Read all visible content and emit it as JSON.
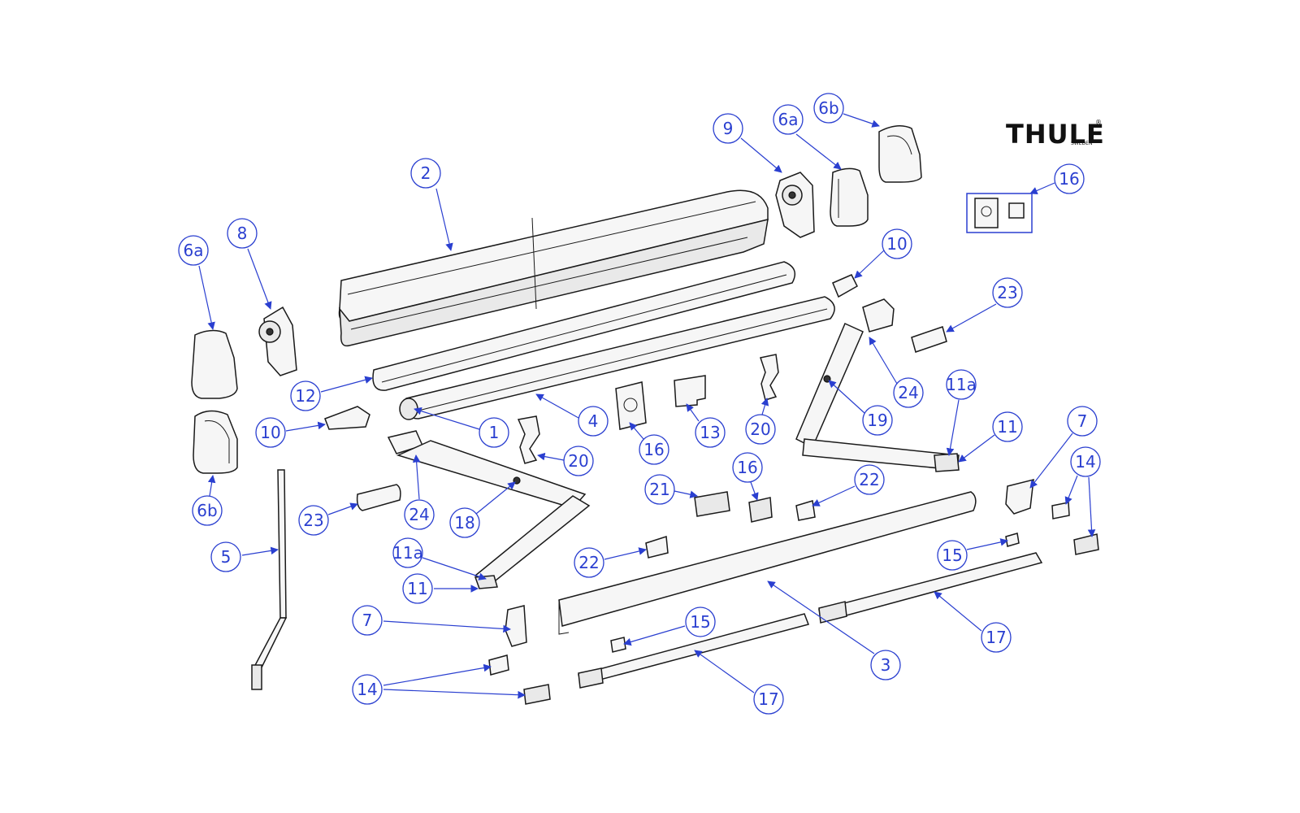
{
  "brand": {
    "name": "THULE",
    "sub": "SWEDEN",
    "reg": "®"
  },
  "accent_color": "#2a3fd0",
  "callouts": [
    {
      "id": "c-2",
      "label": "2"
    },
    {
      "id": "c-8",
      "label": "8"
    },
    {
      "id": "c-6a-left",
      "label": "6a"
    },
    {
      "id": "c-9",
      "label": "9"
    },
    {
      "id": "c-6a-right",
      "label": "6a"
    },
    {
      "id": "c-6b-right",
      "label": "6b"
    },
    {
      "id": "c-16-box",
      "label": "16"
    },
    {
      "id": "c-10-right",
      "label": "10"
    },
    {
      "id": "c-23-right",
      "label": "23"
    },
    {
      "id": "c-12",
      "label": "12"
    },
    {
      "id": "c-10-left",
      "label": "10"
    },
    {
      "id": "c-1",
      "label": "1"
    },
    {
      "id": "c-4",
      "label": "4"
    },
    {
      "id": "c-16-mid",
      "label": "16"
    },
    {
      "id": "c-13",
      "label": "13"
    },
    {
      "id": "c-20-right",
      "label": "20"
    },
    {
      "id": "c-24-right",
      "label": "24"
    },
    {
      "id": "c-19",
      "label": "19"
    },
    {
      "id": "c-11a-right",
      "label": "11a"
    },
    {
      "id": "c-11-right",
      "label": "11"
    },
    {
      "id": "c-6b-left",
      "label": "6b"
    },
    {
      "id": "c-20-left",
      "label": "20"
    },
    {
      "id": "c-23-left",
      "label": "23"
    },
    {
      "id": "c-24-left",
      "label": "24"
    },
    {
      "id": "c-18",
      "label": "18"
    },
    {
      "id": "c-21",
      "label": "21"
    },
    {
      "id": "c-16-lower",
      "label": "16"
    },
    {
      "id": "c-22-right",
      "label": "22"
    },
    {
      "id": "c-7-right",
      "label": "7"
    },
    {
      "id": "c-14-right",
      "label": "14"
    },
    {
      "id": "c-5",
      "label": "5"
    },
    {
      "id": "c-11a-left",
      "label": "11a"
    },
    {
      "id": "c-22-left",
      "label": "22"
    },
    {
      "id": "c-15-right",
      "label": "15"
    },
    {
      "id": "c-11-left",
      "label": "11"
    },
    {
      "id": "c-7-left",
      "label": "7"
    },
    {
      "id": "c-15-left",
      "label": "15"
    },
    {
      "id": "c-17-right",
      "label": "17"
    },
    {
      "id": "c-3",
      "label": "3"
    },
    {
      "id": "c-14-left",
      "label": "14"
    },
    {
      "id": "c-17-left",
      "label": "17"
    }
  ]
}
